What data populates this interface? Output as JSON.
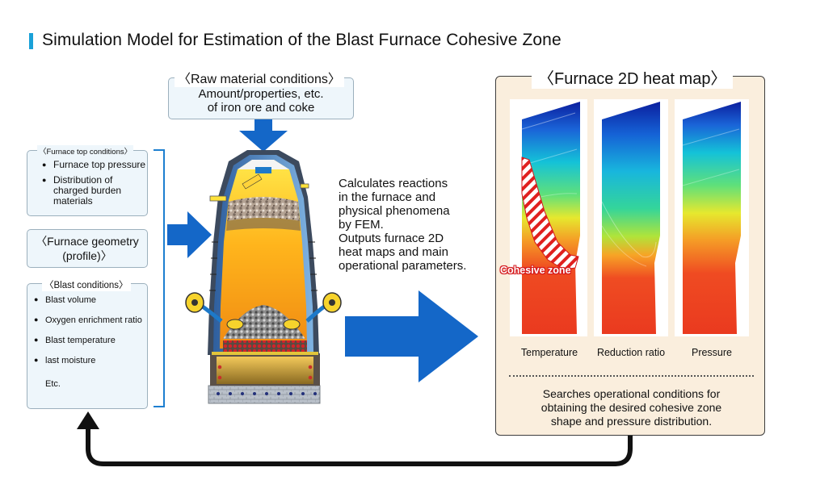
{
  "title": "Simulation Model for Estimation of the Blast Furnace Cohesive Zone",
  "raw_material": {
    "heading": "〈Raw material conditions〉",
    "lines": [
      "Amount/properties, etc.",
      "of iron ore and coke"
    ]
  },
  "furnace_top": {
    "heading": "〈Furnace top conditions〉",
    "items": [
      "Furnace top pressure",
      "Distribution of charged burden materials"
    ]
  },
  "furnace_geometry": {
    "lines": [
      "〈Furnace geometry",
      "(profile)〉"
    ]
  },
  "blast": {
    "heading": "〈Blast conditions〉",
    "items": [
      "Blast volume",
      "Oxygen enrichment ratio",
      "Blast temperature",
      "last moisture"
    ],
    "extra": "Etc."
  },
  "calc_text": {
    "lines": [
      "Calculates reactions",
      "in the furnace and",
      "physical phenomena",
      "by FEM.",
      "Outputs furnace 2D",
      "heat maps and main",
      "operational parameters."
    ]
  },
  "heatmap_panel": {
    "heading": "〈Furnace 2D heat map〉",
    "captions": [
      "Temperature",
      "Reduction ratio",
      "Pressure"
    ],
    "cohesive_label": "Cohesive zone",
    "search_lines": [
      "Searches operational conditions for",
      "obtaining the desired cohesive zone",
      "shape and pressure distribution."
    ]
  },
  "colors": {
    "accent": "#1aa1d8",
    "arrow_blue": "#1467c8",
    "box_fill": "#eef6fb",
    "panel_fill": "#faeedd",
    "cohesive_red": "#d4161a"
  }
}
